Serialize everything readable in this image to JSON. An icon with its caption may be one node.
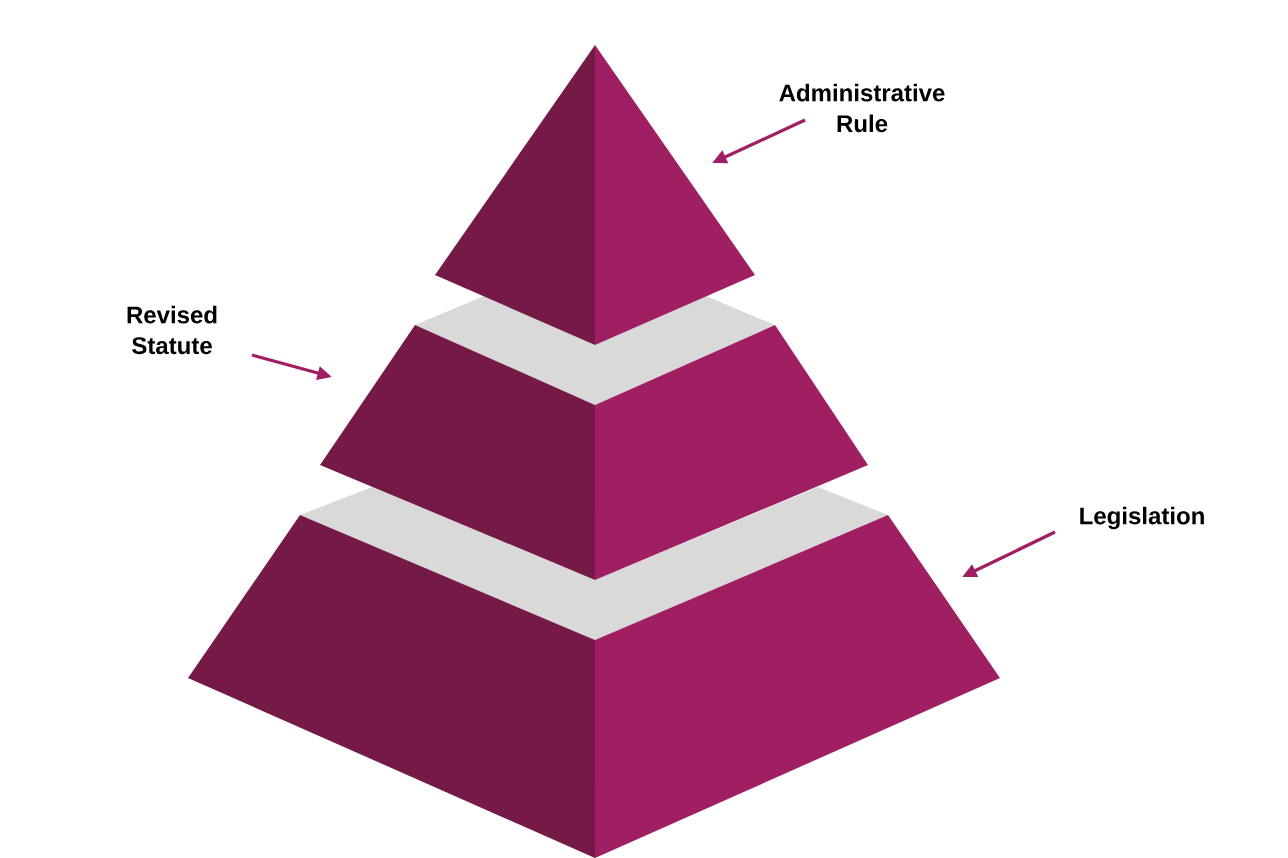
{
  "diagram": {
    "nodes": [
      {
        "text": [
          "Administrative Rule"
        ]
      },
      {
        "text": [],
        "shape": "triangle"
      },
      {
        "text": [
          "Revised Statute"
        ]
      },
      {
        "text": [],
        "shape": "trapezoid"
      },
      {
        "text": [
          "Legislation"
        ]
      },
      {
        "text": [],
        "shape": "trapezoid"
      }
    ],
    "edges": [
      {
        "from": 0,
        "to": 1,
        "arrow": "to"
      },
      {
        "from": 2,
        "to": 3,
        "arrow": "to"
      },
      {
        "from": 4,
        "to": 5,
        "arrow": "to"
      }
    ]
  }
}
